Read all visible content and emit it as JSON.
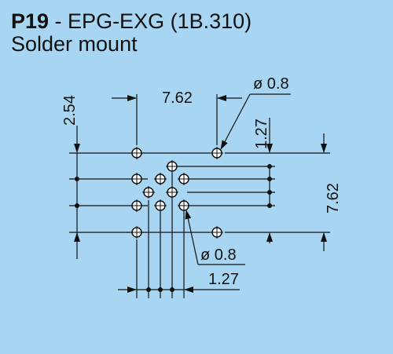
{
  "header": {
    "code": "P19",
    "separator": " - ",
    "name": "EPG-EXG (1B.310)",
    "subtitle": "Solder mount"
  },
  "dimensions": {
    "pitch_small": "2.54",
    "pitch_large_horizontal": "7.62",
    "pitch_large_vertical": "7.62",
    "hole_diameter_top": "ø 0.8",
    "hole_diameter_bottom": "ø 0.8",
    "offset_right": "1.27",
    "offset_bottom": "1.27"
  },
  "colors": {
    "background": "#a8d6f2",
    "ink": "#111111"
  }
}
